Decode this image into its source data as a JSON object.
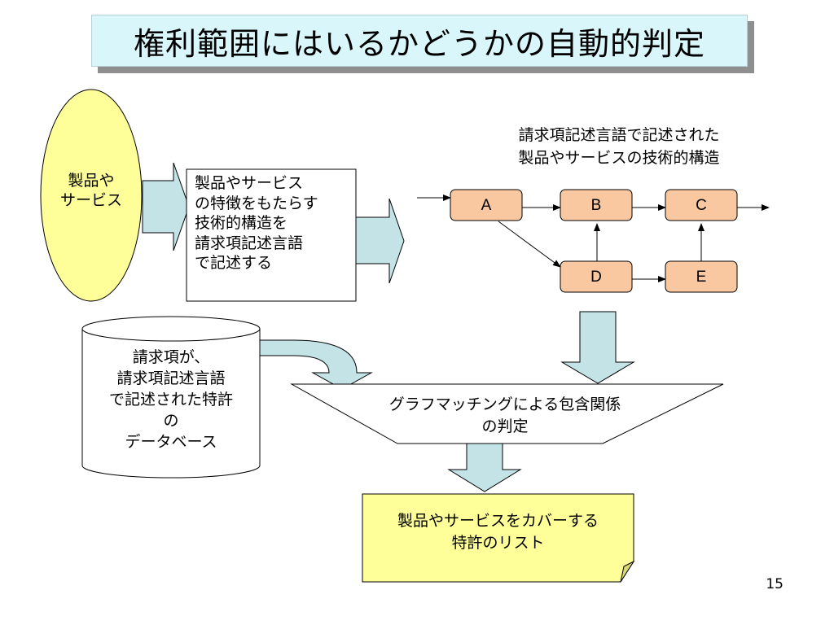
{
  "slide": {
    "title": "権利範囲にはいるかどうかの自動的判定",
    "page_number": "15"
  },
  "product_ellipse": {
    "label": "製品や\nサービス"
  },
  "claim_box": {
    "text": "製品やサービス\nの特徴をもたらす\n技術的構造を\n請求項記述言語\nで記述する"
  },
  "structure_caption": {
    "text": "請求項記述言語で記述された\n製品やサービスの技術的構造"
  },
  "graph": {
    "nodes": {
      "a": "A",
      "b": "B",
      "c": "C",
      "d": "D",
      "e": "E"
    },
    "node_color": "#f9c7a0"
  },
  "database": {
    "text": "請求項が、\n請求項記述言語\nで記述された特許\nの\nデータベース"
  },
  "matching": {
    "text": "グラフマッチングによる包含関係\nの判定"
  },
  "result_note": {
    "text": "製品やサービスをカバーする\n特許のリスト"
  },
  "colors": {
    "title_bg": "#d9f6fa",
    "ellipse_fill": "#ffff99",
    "arrow_fill": "#c4e3e7",
    "note_fill": "#ffff99"
  }
}
